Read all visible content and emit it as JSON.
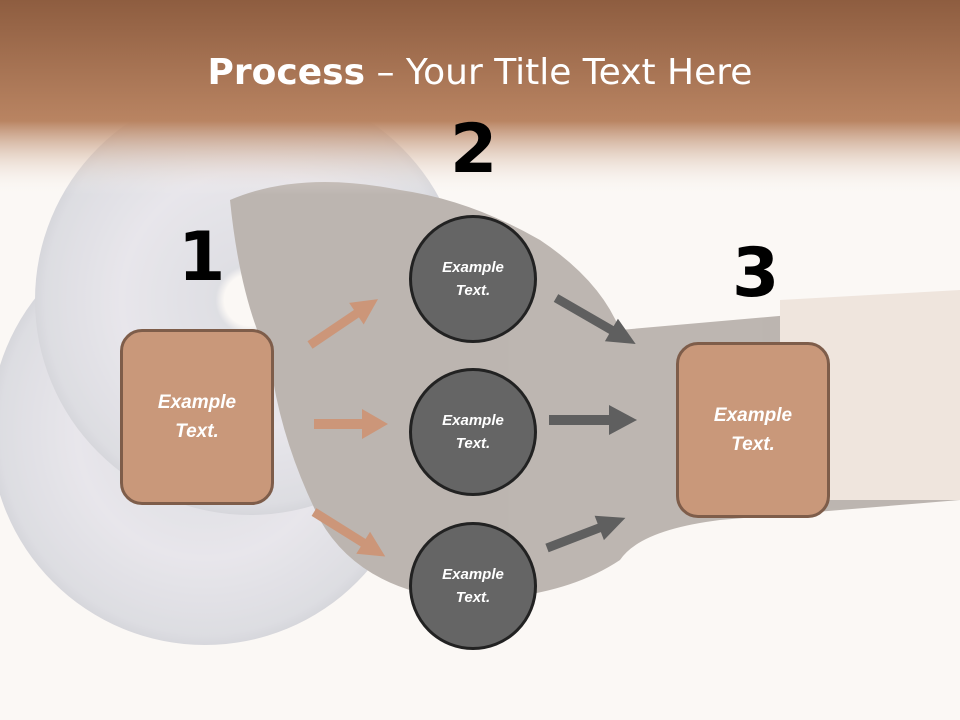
{
  "title": {
    "bold": "Process",
    "rest": " – Your Title Text Here"
  },
  "steps": [
    {
      "number": "1",
      "text": "Example\nText."
    },
    {
      "number": "2",
      "items": [
        "Example\nText.",
        "Example\nText.",
        "Example\nText."
      ]
    },
    {
      "number": "3",
      "text": "Example\nText."
    }
  ],
  "colors": {
    "header": "#a8714f",
    "box_fill": "#c9987a",
    "box_border": "#7e5d4a",
    "circle_fill": "#656565",
    "arrow_left": "#cc9679",
    "arrow_right": "#5f5f5f"
  }
}
